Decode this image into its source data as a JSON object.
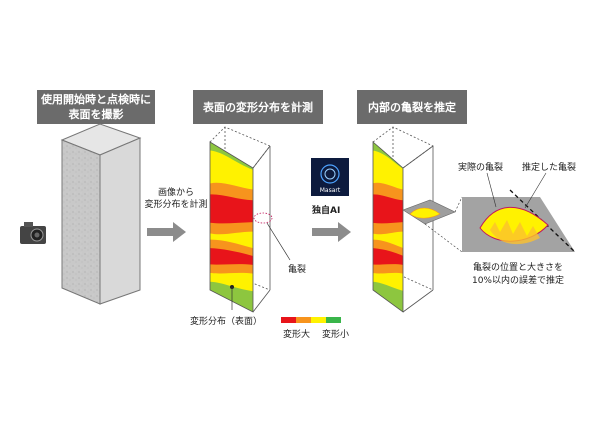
{
  "steps": {
    "step1": {
      "line1": "使用開始時と点検時に",
      "line2": "表面を撮影"
    },
    "step2": {
      "title": "表面の変形分布を計測"
    },
    "step3": {
      "title": "内部の亀裂を推定"
    }
  },
  "arrow1_label": {
    "line1": "画像から",
    "line2": "変形分布を計測"
  },
  "ai": {
    "logo_text": "Masart",
    "label": "独自AI"
  },
  "labels": {
    "crack": "亀裂",
    "surface_distribution": "変形分布（表面）",
    "actual_crack": "実際の亀裂",
    "estimated_crack": "推定した亀裂",
    "result_line1": "亀裂の位置と大きさを",
    "result_line2": "10%以内の誤差で推定"
  },
  "legend": {
    "large": "変形大",
    "small": "変形小",
    "colors": [
      "#e8141a",
      "#f7941d",
      "#fff200",
      "#39b54a"
    ]
  },
  "colors": {
    "header_bg": "#6b6b6b",
    "arrow": "#8c8c8c",
    "red": "#e8141a",
    "orange": "#f7941d",
    "yellow": "#fff200",
    "green": "#8dc63f"
  }
}
